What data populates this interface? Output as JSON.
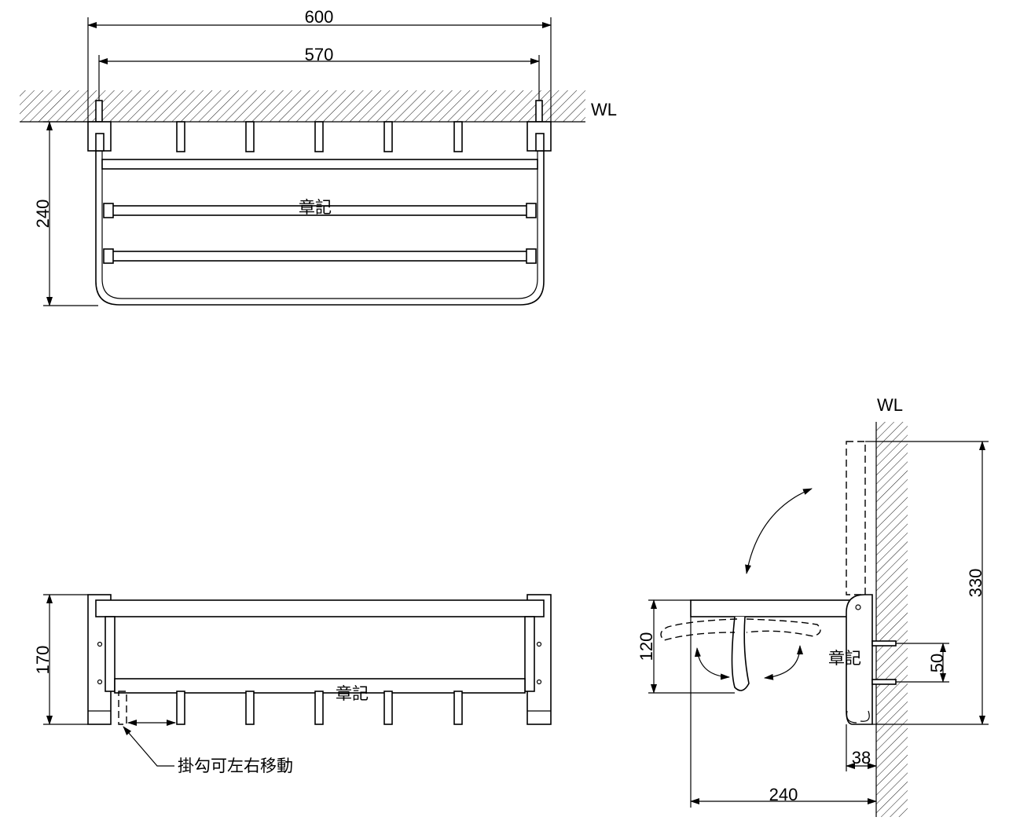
{
  "top_view": {
    "dim_overall": "600",
    "dim_mounting": "570",
    "wall_label": "WL",
    "dim_depth": "240",
    "stamp": "章記"
  },
  "front_view": {
    "dim_height": "170",
    "stamp": "章記",
    "hook_note": "掛勾可左右移動"
  },
  "side_view": {
    "wall_label": "WL",
    "dim_total_height": "330",
    "dim_arm_height": "120",
    "stamp": "章記",
    "dim_screw_spacing": "50",
    "dim_bracket_depth": "38",
    "dim_projection": "240"
  }
}
